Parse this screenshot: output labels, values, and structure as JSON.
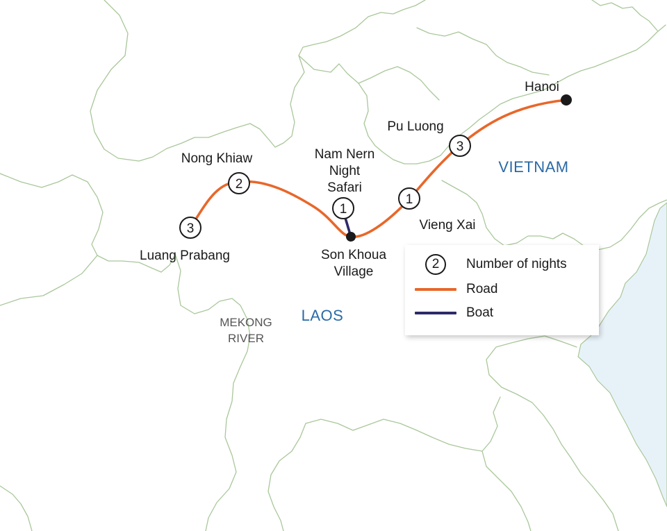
{
  "colors": {
    "road": "#e8672a",
    "boat": "#2e2a6b",
    "country_label": "#2a6aa6",
    "border": "#a9c79a",
    "sea": "#e7f2f8"
  },
  "countries": [
    {
      "id": "vietnam",
      "label": "VIETNAM"
    },
    {
      "id": "laos",
      "label": "LAOS"
    }
  ],
  "river": {
    "lines": [
      "MEKONG",
      "RIVER"
    ]
  },
  "places": [
    {
      "id": "luang-prabang",
      "lines": [
        "Luang Prabang"
      ],
      "nights": "3",
      "dot": false
    },
    {
      "id": "nong-khiaw",
      "lines": [
        "Nong Khiaw"
      ],
      "nights": "2",
      "dot": false
    },
    {
      "id": "nam-nern",
      "lines": [
        "Nam Nern",
        "Night",
        "Safari"
      ],
      "nights": "1",
      "dot": false
    },
    {
      "id": "son-khoua",
      "lines": [
        "Son Khoua",
        "Village"
      ],
      "nights": "",
      "dot": true
    },
    {
      "id": "vieng-xai",
      "lines": [
        "Vieng Xai"
      ],
      "nights": "1",
      "dot": false
    },
    {
      "id": "pu-luong",
      "lines": [
        "Pu Luong"
      ],
      "nights": "3",
      "dot": false
    },
    {
      "id": "hanoi",
      "lines": [
        "Hanoi"
      ],
      "nights": "",
      "dot": true
    }
  ],
  "legend": {
    "nights_symbol": "2",
    "nights_label": "Number of nights",
    "road_label": "Road",
    "boat_label": "Boat"
  }
}
